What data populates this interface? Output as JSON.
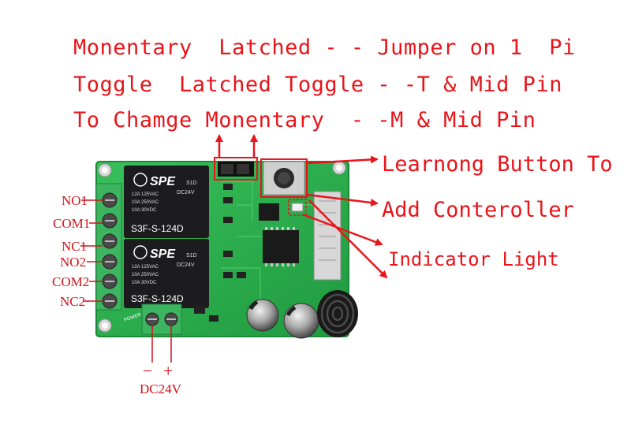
{
  "header": {
    "line1": "Monentary  Latched - - Jumper on 1  Pi",
    "line2": "Toggle  Latched Toggle - -T & Mid Pin",
    "line3": "To Chamge Monentary  - -M & Mid Pin"
  },
  "callouts": {
    "learn_button": "Learnong Button To",
    "add_controller": "Add Conteroller",
    "indicator": "Indicator Light"
  },
  "terminals": [
    "NO1",
    "COM1",
    "NC1",
    "NO2",
    "COM2",
    "NC2"
  ],
  "relays": [
    {
      "brand": "SPE",
      "model": "S3F-S-124D",
      "spec1": "12A 125VAC",
      "spec2": "10A 250VAC",
      "spec3": "10A 30VDC",
      "code": "S1D",
      "coil": "DC24V"
    },
    {
      "brand": "SPE",
      "model": "S3F-S-124D",
      "spec1": "12A 125VAC",
      "spec2": "10A 250VAC",
      "spec3": "10A 30VDC",
      "code": "S1D",
      "coil": "DC24V"
    }
  ],
  "power": {
    "minus": "−",
    "plus": "+",
    "label": "DC24V",
    "board_label": "POWER"
  },
  "colors": {
    "annotation": "#e8151b",
    "pcb": "#2aa84a",
    "terminal": "#3db560",
    "relay": "#1c1c1e"
  }
}
